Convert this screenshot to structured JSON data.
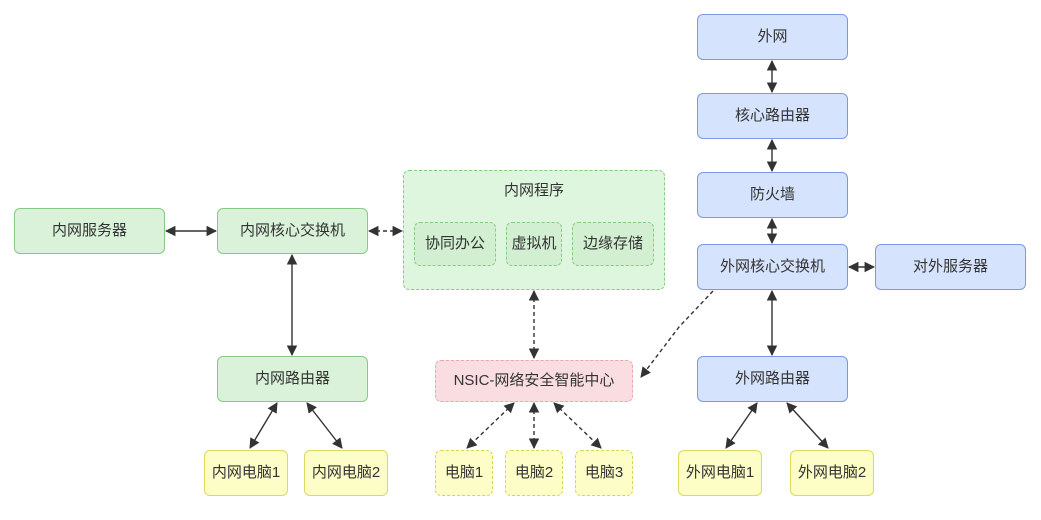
{
  "diagram": {
    "nodes": {
      "external_network": {
        "label": "外网"
      },
      "core_router": {
        "label": "核心路由器"
      },
      "firewall": {
        "label": "防火墙"
      },
      "external_core_switch": {
        "label": "外网核心交换机"
      },
      "external_server": {
        "label": "对外服务器"
      },
      "external_router": {
        "label": "外网路由器"
      },
      "external_pc1": {
        "label": "外网电脑1"
      },
      "external_pc2": {
        "label": "外网电脑2"
      },
      "internal_server": {
        "label": "内网服务器"
      },
      "internal_core_switch": {
        "label": "内网核心交换机"
      },
      "internal_router": {
        "label": "内网路由器"
      },
      "internal_pc1": {
        "label": "内网电脑1"
      },
      "internal_pc2": {
        "label": "内网电脑2"
      },
      "internal_programs": {
        "label": "内网程序"
      },
      "collab_office": {
        "label": "协同办公"
      },
      "virtual_machine": {
        "label": "虚拟机"
      },
      "edge_storage": {
        "label": "边缘存储"
      },
      "nsic": {
        "label": "NSIC-网络安全智能中心"
      },
      "pc1": {
        "label": "电脑1"
      },
      "pc2": {
        "label": "电脑2"
      },
      "pc3": {
        "label": "电脑3"
      }
    },
    "edges": [
      {
        "from": "外网",
        "to": "核心路由器",
        "line": "solid",
        "arrows": "both"
      },
      {
        "from": "核心路由器",
        "to": "防火墙",
        "line": "solid",
        "arrows": "both"
      },
      {
        "from": "防火墙",
        "to": "外网核心交换机",
        "line": "solid",
        "arrows": "both"
      },
      {
        "from": "外网核心交换机",
        "to": "对外服务器",
        "line": "solid",
        "arrows": "both"
      },
      {
        "from": "外网核心交换机",
        "to": "外网路由器",
        "line": "solid",
        "arrows": "both"
      },
      {
        "from": "外网路由器",
        "to": "外网电脑1",
        "line": "solid",
        "arrows": "both"
      },
      {
        "from": "外网路由器",
        "to": "外网电脑2",
        "line": "solid",
        "arrows": "both"
      },
      {
        "from": "内网服务器",
        "to": "内网核心交换机",
        "line": "solid",
        "arrows": "both"
      },
      {
        "from": "内网核心交换机",
        "to": "内网程序",
        "line": "dashed",
        "arrows": "both"
      },
      {
        "from": "内网核心交换机",
        "to": "内网路由器",
        "line": "solid",
        "arrows": "both"
      },
      {
        "from": "内网路由器",
        "to": "内网电脑1",
        "line": "solid",
        "arrows": "both"
      },
      {
        "from": "内网路由器",
        "to": "内网电脑2",
        "line": "solid",
        "arrows": "both"
      },
      {
        "from": "内网程序",
        "to": "NSIC-网络安全智能中心",
        "line": "dashed",
        "arrows": "both"
      },
      {
        "from": "外网核心交换机",
        "to": "NSIC-网络安全智能中心",
        "line": "dashed",
        "arrows": "end"
      },
      {
        "from": "NSIC-网络安全智能中心",
        "to": "电脑1",
        "line": "dashed",
        "arrows": "both"
      },
      {
        "from": "NSIC-网络安全智能中心",
        "to": "电脑2",
        "line": "dashed",
        "arrows": "both"
      },
      {
        "from": "NSIC-网络安全智能中心",
        "to": "电脑3",
        "line": "dashed",
        "arrows": "both"
      }
    ],
    "colors": {
      "internal_fill": "#d9f2d9",
      "internal_stroke": "#86ca86",
      "external_fill": "#d6e3fc",
      "external_stroke": "#7e97e8",
      "pc_fill": "#fdfdc8",
      "pc_stroke": "#ddd95e",
      "nsic_fill": "#f9dde0",
      "nsic_stroke": "#eba6ae",
      "edge": "#333333",
      "background": "#ffffff"
    }
  }
}
